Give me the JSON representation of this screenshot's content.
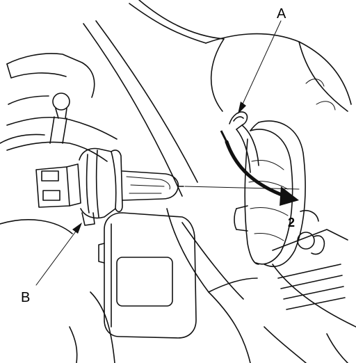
{
  "labels": {
    "a": "A",
    "b": "B",
    "step": "2"
  }
}
